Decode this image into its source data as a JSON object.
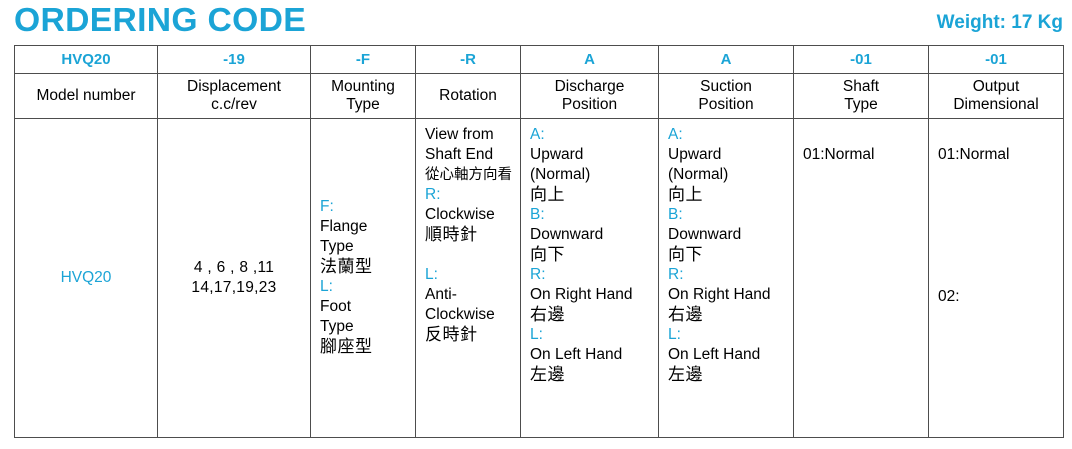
{
  "header": {
    "title": "ORDERING CODE",
    "weight": "Weight: 17 Kg",
    "accent_color": "#1ba4d6",
    "text_color": "#000000"
  },
  "table": {
    "code_row": [
      "HVQ20",
      "-19",
      "-F",
      "-R",
      "A",
      "A",
      "-01",
      "-01"
    ],
    "label_row": [
      "Model number",
      "Displacement\nc.c/rev",
      "Mounting\nType",
      "Rotation",
      "Discharge\nPosition",
      "Suction\nPosition",
      "Shaft\nType",
      "Output\nDimensional"
    ],
    "labels": {
      "model_number": "Model number",
      "displacement_1": "Displacement",
      "displacement_2": "c.c/rev",
      "mounting_1": "Mounting",
      "mounting_2": "Type",
      "rotation": "Rotation",
      "discharge_1": "Discharge",
      "discharge_2": "Position",
      "suction_1": "Suction",
      "suction_2": "Position",
      "shaft_1": "Shaft",
      "shaft_2": "Type",
      "output_1": "Output",
      "output_2": "Dimensional"
    },
    "body": {
      "model_number": "HVQ20",
      "displacement_line1": "4 , 6 , 8 ,11",
      "displacement_line2": "14,17,19,23",
      "mounting": {
        "f_key": "F:",
        "f_en1": "Flange",
        "f_en2": "Type",
        "f_zh": "法蘭型",
        "l_key": "L:",
        "l_en1": "Foot",
        "l_en2": "Type",
        "l_zh": "腳座型"
      },
      "rotation": {
        "note_en1": "View from",
        "note_en2": "Shaft End",
        "note_zh": "從心軸方向看",
        "r_key": "R:",
        "r_en": "Clockwise",
        "r_zh": "順時針",
        "l_key": "L:",
        "l_en1": "Anti-",
        "l_en2": "Clockwise",
        "l_zh": "反時針"
      },
      "discharge": {
        "a_key": "A:",
        "a_en1": "Upward",
        "a_en2": "(Normal)",
        "a_zh": "向上",
        "b_key": "B:",
        "b_en": "Downward",
        "b_zh": "向下",
        "r_key": "R:",
        "r_en": "On Right Hand",
        "r_zh": "右邊",
        "l_key": "L:",
        "l_en": "On Left Hand",
        "l_zh": "左邊"
      },
      "suction": {
        "a_key": "A:",
        "a_en1": "Upward",
        "a_en2": "(Normal)",
        "a_zh": "向上",
        "b_key": "B:",
        "b_en": "Downward",
        "b_zh": "向下",
        "r_key": "R:",
        "r_en": "On Right Hand",
        "r_zh": "右邊",
        "l_key": "L:",
        "l_en": "On Left Hand",
        "l_zh": "左邊"
      },
      "shaft_type": "01:Normal",
      "output_dimensional_1": "01:Normal",
      "output_dimensional_2": "02:"
    }
  }
}
